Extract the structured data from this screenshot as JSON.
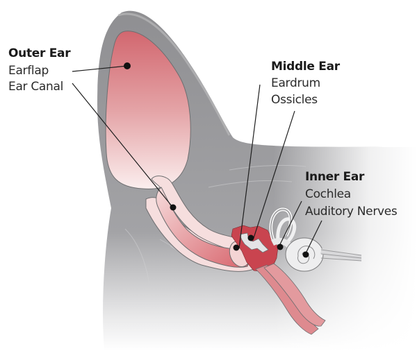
{
  "diagram": {
    "groups": [
      {
        "heading": "Outer Ear",
        "items": [
          "Earflap",
          "Ear Canal"
        ]
      },
      {
        "heading": "Middle Ear",
        "items": [
          "Eardrum",
          "Ossicles"
        ]
      },
      {
        "heading": "Inner Ear",
        "items": [
          "Cochlea",
          "Auditory Nerves"
        ]
      }
    ],
    "colors": {
      "skin_gray": "#8e8e90",
      "pinna_pink": "#d9767e",
      "tissue_red": "#c8424f",
      "canal_light": "#f3d2d2",
      "bone_white": "#eeeeee",
      "leader_line": "#1e1e1e",
      "text": "#2b2b2b"
    }
  }
}
